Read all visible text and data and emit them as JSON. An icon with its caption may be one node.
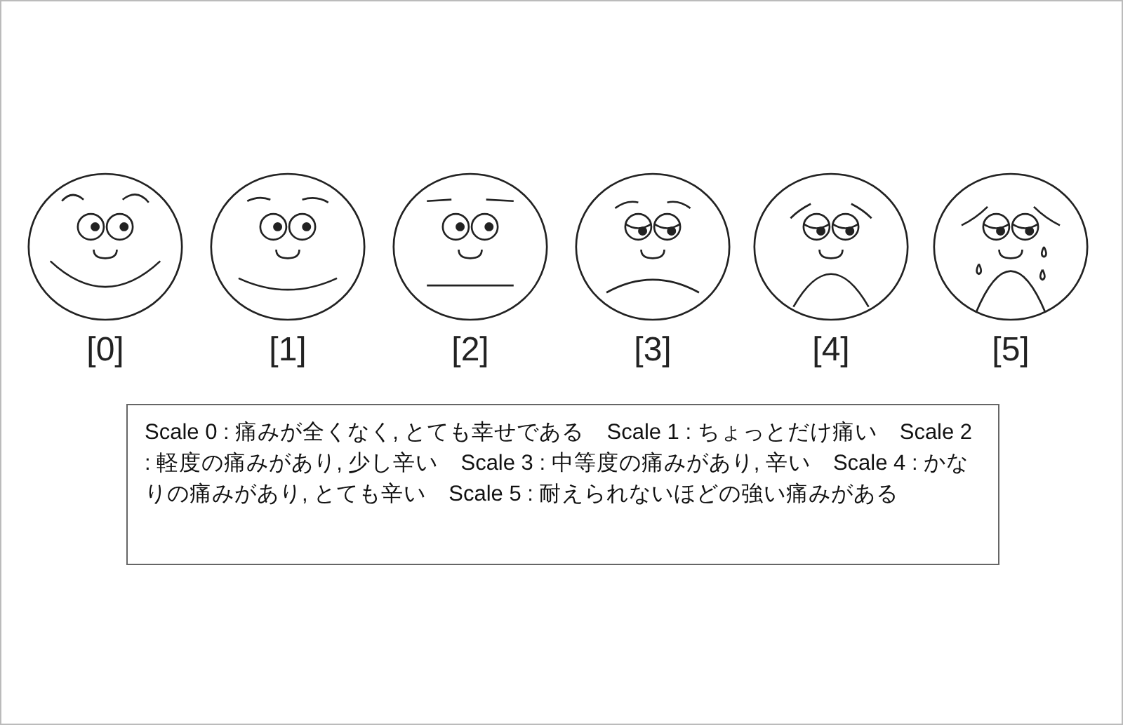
{
  "diagram": {
    "nodes": [
      {
        "text": [
          "Scale 0 : 痛みが全くなく, とても幸せである　Scale 1 : ちょっとだけ痛い　Scale 2 : 軽度の痛みがあり, 少し辛い　Scale 3 : 中等度の痛みがあり, 辛い　Scale 4 : かなりの痛みがあり, とても辛い　Scale 5 : 耐えられないほどの強い痛みがある"
        ]
      }
    ],
    "labels": [
      "[0]",
      "[1]",
      "[2]",
      "[3]",
      "[4]",
      "[5]"
    ]
  }
}
